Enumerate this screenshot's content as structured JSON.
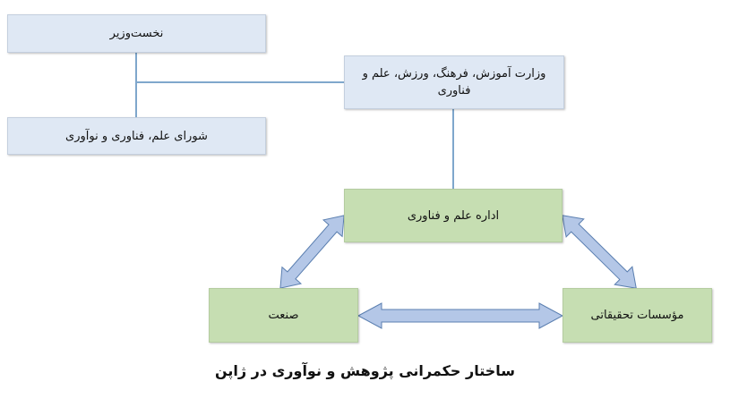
{
  "diagram": {
    "nodes": {
      "prime_minister": {
        "label": "نخست‌وزیر",
        "color": "#dfe8f4"
      },
      "council": {
        "label": "شورای علم، فناوری و نوآوری",
        "color": "#dfe8f4"
      },
      "ministry": {
        "label": "وزارت آموزش، فرهنگ، ورزش، علم و فناوری",
        "color": "#dfe8f4"
      },
      "st_bureau": {
        "label": "اداره علم و فناوری",
        "color": "#c6deb2"
      },
      "industry": {
        "label": "صنعت",
        "color": "#c6deb2"
      },
      "research_institutes": {
        "label": "مؤسسات تحقیقاتی",
        "color": "#c6deb2"
      }
    },
    "edges": [
      {
        "from": "prime_minister",
        "to": "council",
        "type": "line"
      },
      {
        "from": "prime_minister",
        "to": "ministry",
        "type": "line"
      },
      {
        "from": "ministry",
        "to": "st_bureau",
        "type": "line"
      },
      {
        "from": "st_bureau",
        "to": "industry",
        "type": "double-arrow"
      },
      {
        "from": "st_bureau",
        "to": "research_institutes",
        "type": "double-arrow"
      },
      {
        "from": "industry",
        "to": "research_institutes",
        "type": "double-arrow"
      }
    ],
    "caption": "ساختار حکمرانی پژوهش و نوآوری در ژاپن",
    "colors": {
      "connector": "#7fa7cc",
      "arrow_fill": "#b4c7e7",
      "arrow_stroke": "#5b7fb0"
    }
  }
}
